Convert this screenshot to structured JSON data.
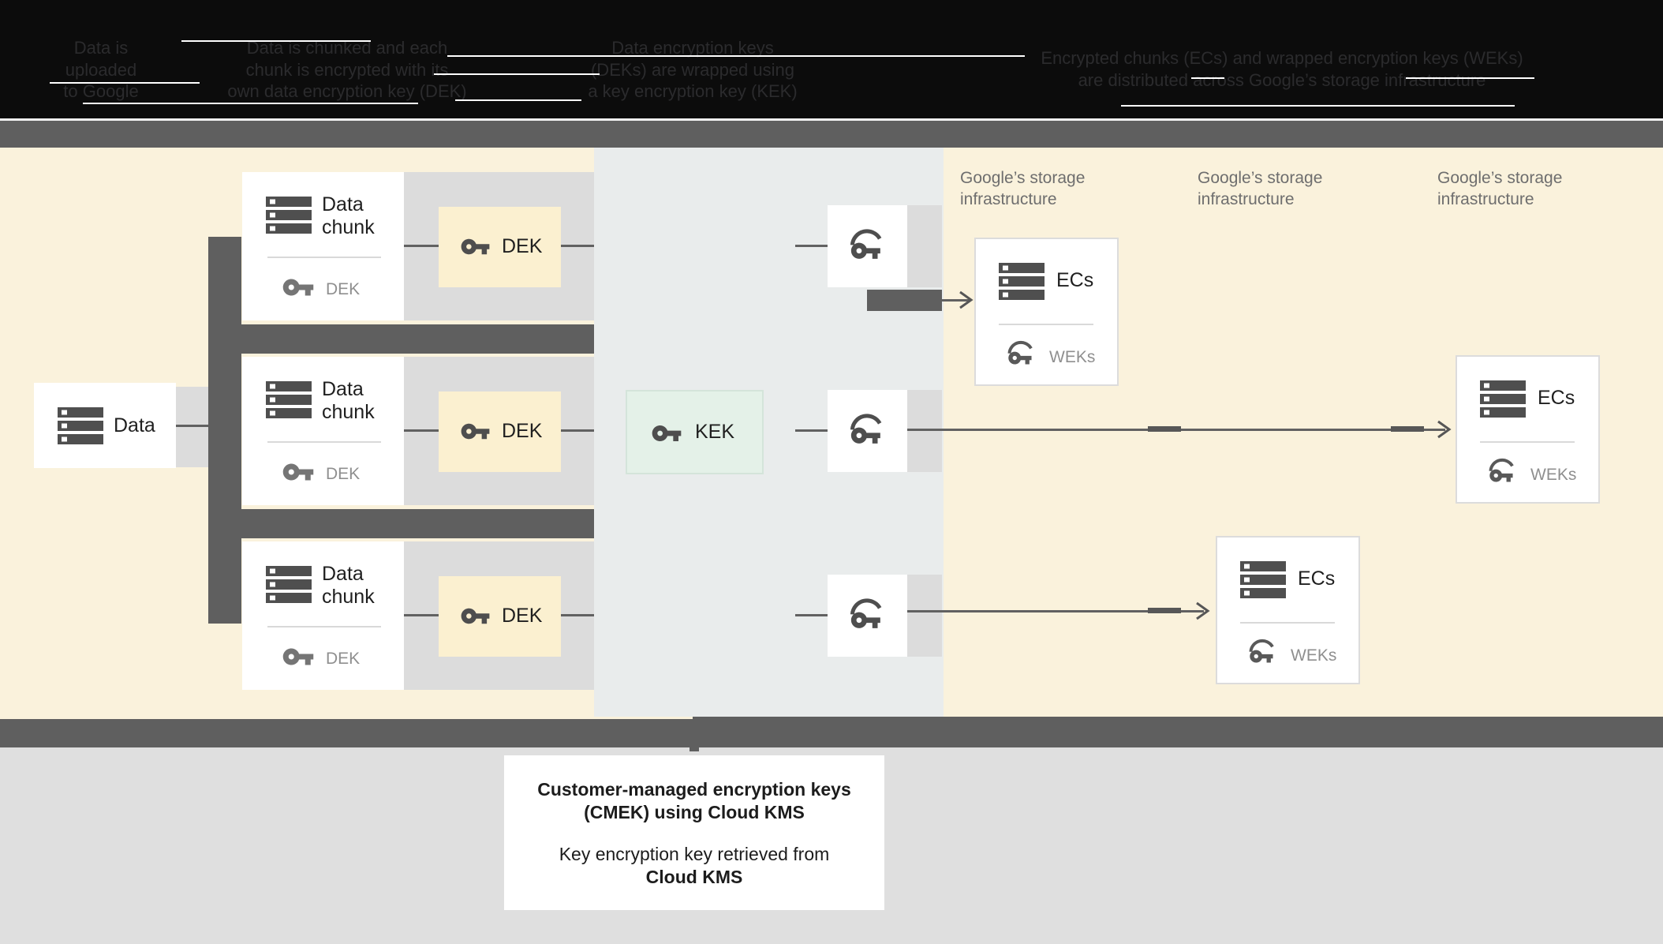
{
  "header": {
    "steps": [
      "Data is\nuploaded\nto Google",
      "Data is chunked and each\nchunk is encrypted with its\nown data encryption key (DEK)",
      "Data encryption keys\n(DEKs) are wrapped using\na key encryption key (KEK)",
      "Encrypted chunks (ECs) and wrapped encryption keys (WEKs)\nare distributed across Google’s storage infrastructure"
    ]
  },
  "diagram": {
    "data_box": {
      "label": "Data"
    },
    "chunks": [
      {
        "title": "Data\nchunk",
        "key_label": "DEK"
      },
      {
        "title": "Data\nchunk",
        "key_label": "DEK"
      },
      {
        "title": "Data\nchunk",
        "key_label": "DEK"
      }
    ],
    "dek_boxes": [
      {
        "label": "DEK"
      },
      {
        "label": "DEK"
      },
      {
        "label": "DEK"
      }
    ],
    "kek_box": {
      "label": "KEK"
    },
    "storage_labels": [
      "Google’s storage\ninfrastructure",
      "Google’s storage\ninfrastructure",
      "Google’s storage\ninfrastructure"
    ],
    "ec_boxes": [
      {
        "title": "ECs",
        "key_label": "WEKs"
      },
      {
        "title": "ECs",
        "key_label": "WEKs"
      },
      {
        "title": "ECs",
        "key_label": "WEKs"
      }
    ]
  },
  "caption": {
    "cmek_title": "Customer-managed encryption keys\n(CMEK) using Cloud KMS",
    "kek_line": "Key encryption key retrieved from",
    "kek_line_bold": "Cloud KMS"
  },
  "colors": {
    "header_bg": "#0C0C0C",
    "header_text": "#2B2B2D",
    "band_gray": "#5F5F5F",
    "yellow_region": "#FAF2DC",
    "dek_box_yellow": "#FBF0D0",
    "kms_panel": "#E9ECEC",
    "kek_box_green": "#E4F1E8",
    "connector_strip": "#DCDCDC",
    "line_gray": "#616161",
    "icon_gray": "#4E4E4E",
    "muted_text": "#8E8E8E",
    "bottom_bg": "#DFDFDF"
  },
  "icons": {
    "data": "stacked-storage-bars-icon",
    "key": "key-icon",
    "wrapped_key": "wrapped-key-icon",
    "arrow_head": "chevron-arrow-icon"
  }
}
